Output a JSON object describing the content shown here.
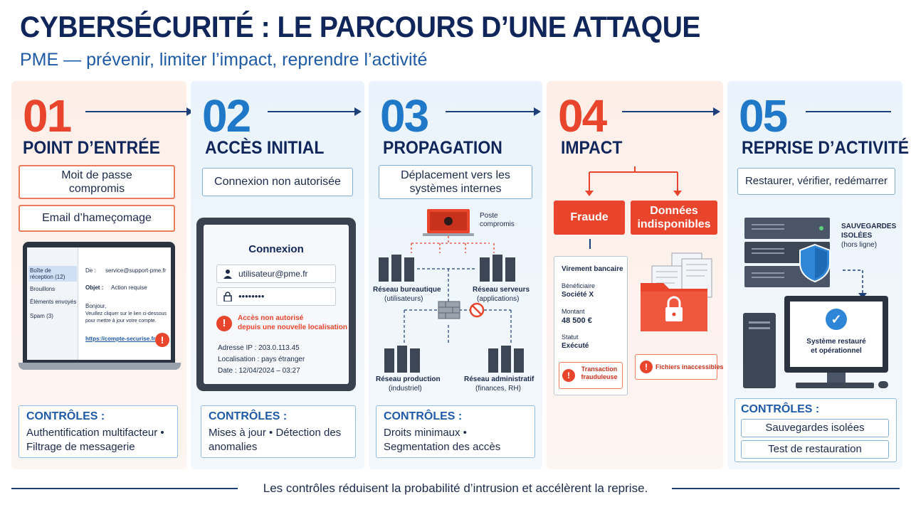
{
  "title": "CYBERSÉCURITÉ : LE PARCOURS D’UNE ATTAQUE",
  "subtitle": "PME — prévenir, limiter l’impact, reprendre l’activité",
  "steps": [
    {
      "num": "01",
      "heading": "POINT D’ENTRÉE",
      "boxes": [
        "Moit de passe compromis",
        "Email d’hameçomage"
      ],
      "controls_title": "CONTRÔLES :",
      "controls_text": "Authentification multifacteur • Filtrage de messagerie"
    },
    {
      "num": "02",
      "heading": "ACCÈS INITIAL",
      "boxes": [
        "Connexion non autorisée"
      ],
      "controls_title": "CONTRÔLES :",
      "controls_text": "Mises à jour • Détection des anomalies"
    },
    {
      "num": "03",
      "heading": "PROPAGATION",
      "boxes": [
        "Déplacement vers les systèmes internes"
      ],
      "controls_title": "CONTRÔLES :",
      "controls_text": "Droits minimaux • Segmentation des accès"
    },
    {
      "num": "04",
      "heading": "IMPACT",
      "boxes": [
        "Fraude",
        "Données indisponibles"
      ]
    },
    {
      "num": "05",
      "heading": "REPRISE D’ACTIVITÉ",
      "boxes": [
        "Restaurer, vérifier, redémarrer"
      ],
      "controls_title": "CONTRÔLES :",
      "controls_items": [
        "Sauvegardes isolées",
        "Test de restauration"
      ]
    }
  ],
  "email": {
    "inbox": "Boîte de réception (12)",
    "drafts": "Brouillons",
    "sent": "Éléments envoyés",
    "spam": "Spam (3)",
    "from_label": "De :",
    "from_value": "service@support-pme.fr",
    "subject_label": "Objet :",
    "subject_value": "Action requise",
    "body_greeting": "Bonjour,",
    "body_line1": "Veuillez cliquer sur le lien ci-dessous",
    "body_line2": "pour mettre à jour votre compte.",
    "link": "https://compte-securise.fr"
  },
  "login": {
    "title": "Connexion",
    "user": "utilisateur@pme.fr",
    "password": "••••••••",
    "alert_line1": "Accès non autorisé",
    "alert_line2": "depuis une nouvelle localisation",
    "ip": "Adresse IP : 203.0.113.45",
    "location": "Localisation : pays étranger",
    "date": "Date : 12/04/2024 – 03:27"
  },
  "network": {
    "poste_line1": "Poste",
    "poste_line2": "compromis",
    "office_title": "Réseau bureautique",
    "office_sub": "(utilisateurs)",
    "servers_title": "Réseau serveurs",
    "servers_sub": "(applications)",
    "prod_title": "Réseau production",
    "prod_sub": "(industriel)",
    "admin_title": "Réseau administratif",
    "admin_sub": "(finances, RH)"
  },
  "transfer": {
    "title": "Virement bancaire",
    "beneficiary_label": "Bénéficiaire",
    "beneficiary_value": "Société X",
    "amount_label": "Montant",
    "amount_value": "48 500 €",
    "status_label": "Statut",
    "status_value": "Exécuté",
    "alert": "Transaction frauduleuse"
  },
  "files_alert": "Fichiers inaccessibles",
  "backup": {
    "label_line1": "SAUVEGARDES",
    "label_line2": "ISOLÉES",
    "label_line3": "(hors ligne)",
    "restored_line1": "Système restauré",
    "restored_line2": "et opérationnel"
  },
  "footer": "Les contrôles réduisent la probabilité d’intrusion et accélèrent la reprise.",
  "colors": {
    "navy": "#10265a",
    "red": "#e8452c",
    "blue": "#1f78c8",
    "bg_blue": "#eaf3fb",
    "bg_red": "#fdeee8"
  }
}
